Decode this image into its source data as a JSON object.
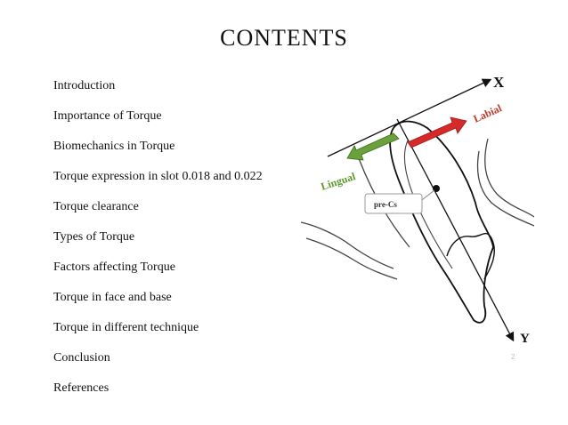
{
  "slide": {
    "title": "CONTENTS",
    "page_number": "2",
    "contents": [
      "Introduction",
      "Importance of Torque",
      "Biomechanics in Torque",
      "Torque expression in slot 0.018 and 0.022",
      "Torque clearance",
      "Types of Torque",
      "Factors affecting Torque",
      "Torque in face and base",
      "Torque in different technique",
      "Conclusion",
      "References"
    ]
  },
  "figure": {
    "axis_x_label": "X",
    "axis_y_label": "Y",
    "labial_label": "Labial",
    "lingual_label": "Lingual",
    "callout_label": "pre-Cs",
    "colors": {
      "labial_arrow": "#d62a2a",
      "lingual_arrow": "#6aa13a",
      "labial_text": "#c0392b",
      "lingual_text": "#5c9a2c"
    }
  }
}
